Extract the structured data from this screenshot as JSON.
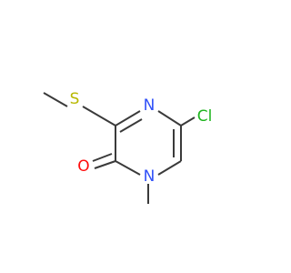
{
  "molecule": {
    "atoms": {
      "sulfur": "S",
      "nitrogen_ring_top": "N",
      "chlorine": "Cl",
      "oxygen": "O",
      "nitrogen_ring_bottom": "N"
    }
  },
  "colors": {
    "bond": "#3a3a3a",
    "sulfur": "#b8b800",
    "nitrogen": "#3050f8",
    "chlorine": "#1fb51f",
    "oxygen": "#ff0d0d",
    "background": "#ffffff"
  }
}
